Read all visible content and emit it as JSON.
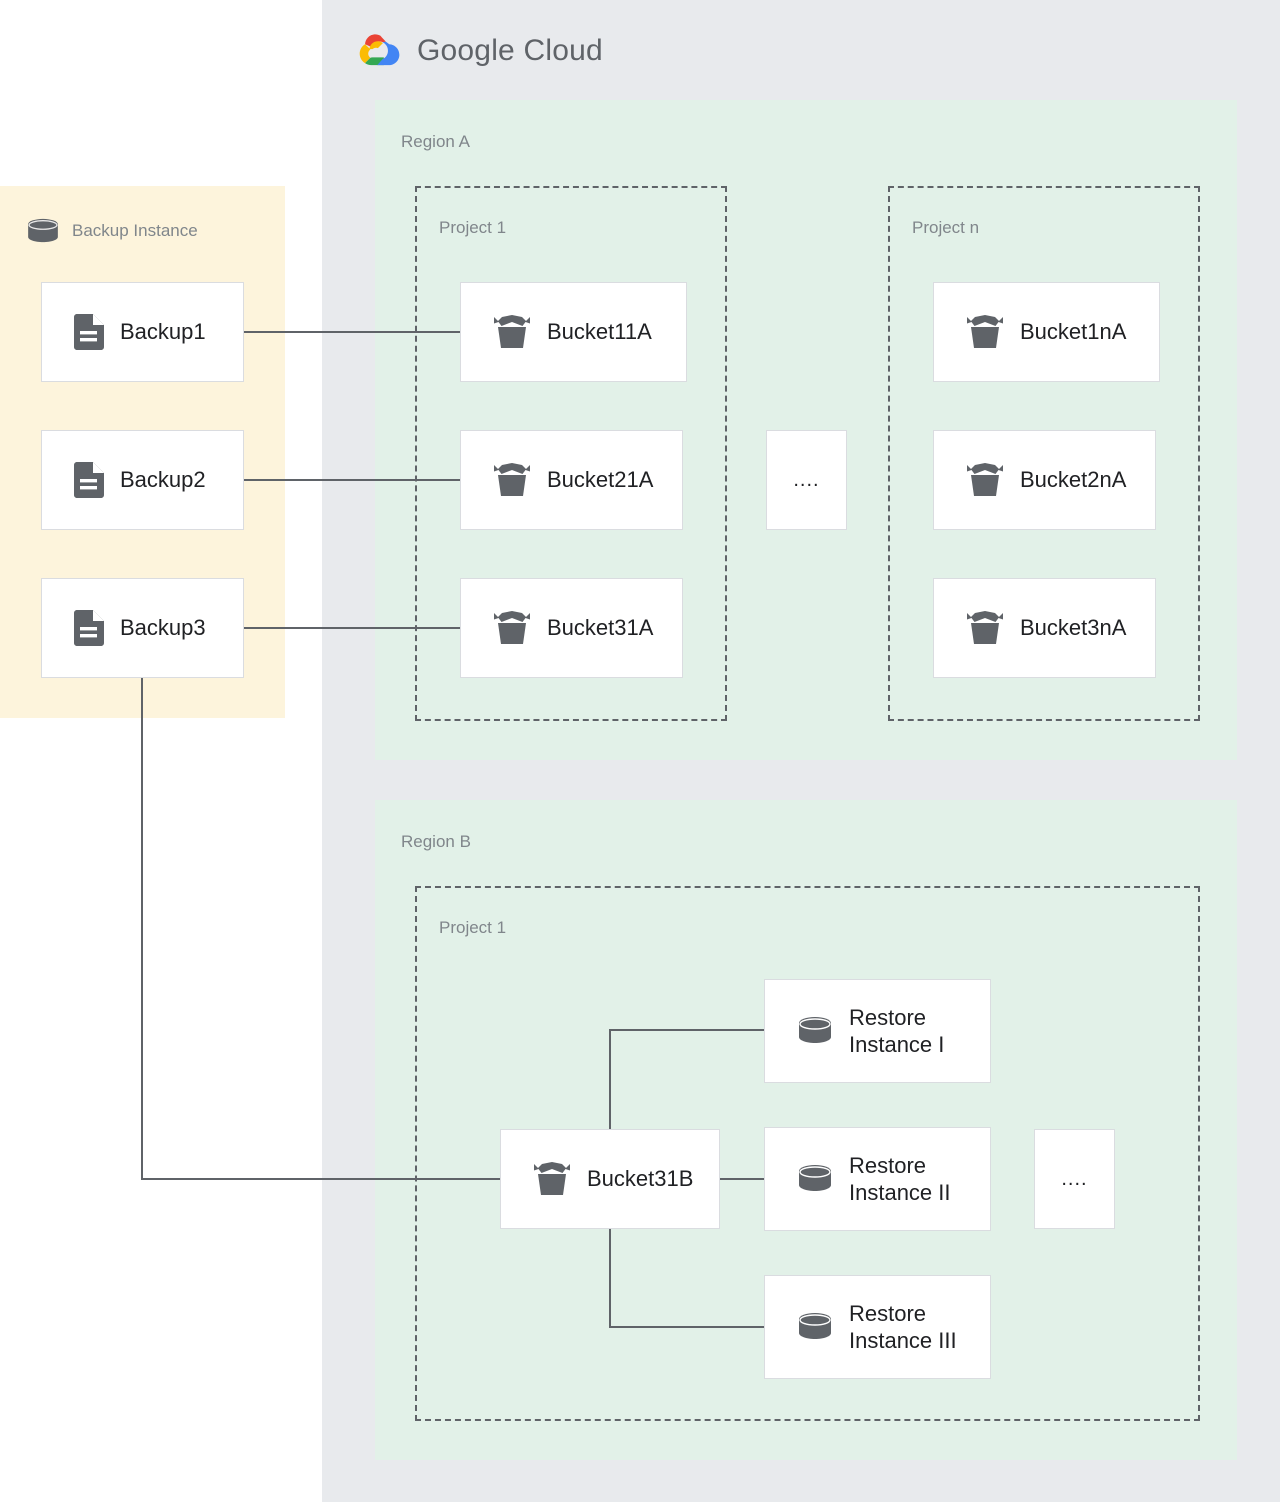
{
  "cloud": {
    "brand_name_bold": "Google",
    "brand_name_light": "Cloud",
    "logo_icon": "google-cloud-logo-icon",
    "colors": {
      "container_bg": "#e8eaed",
      "region_bg": "#e2f1e8",
      "backup_panel_bg": "#fdf4dc",
      "node_bg": "#ffffff",
      "node_border": "#dadce0",
      "label_gray": "#80868b",
      "text_dark": "#202124",
      "connector": "#5f6368",
      "google_blue": "#4285f4",
      "google_red": "#ea4335",
      "google_yellow": "#fbbc04",
      "google_green": "#34a853"
    }
  },
  "backup_panel": {
    "title": "Backup Instance",
    "icon": "database-icon",
    "items": [
      {
        "label": "Backup1",
        "icon": "document-icon"
      },
      {
        "label": "Backup2",
        "icon": "document-icon"
      },
      {
        "label": "Backup3",
        "icon": "document-icon"
      }
    ]
  },
  "regions": [
    {
      "label": "Region A",
      "projects": [
        {
          "label": "Project 1",
          "buckets": [
            {
              "label": "Bucket11A",
              "icon": "bucket-icon"
            },
            {
              "label": "Bucket21A",
              "icon": "bucket-icon"
            },
            {
              "label": "Bucket31A",
              "icon": "bucket-icon"
            }
          ]
        },
        {
          "label": "Project n",
          "buckets": [
            {
              "label": "Bucket1nA",
              "icon": "bucket-icon"
            },
            {
              "label": "Bucket2nA",
              "icon": "bucket-icon"
            },
            {
              "label": "Bucket3nA",
              "icon": "bucket-icon"
            }
          ]
        }
      ],
      "ellipsis": "...."
    },
    {
      "label": "Region B",
      "projects": [
        {
          "label": "Project 1",
          "buckets": [
            {
              "label": "Bucket31B",
              "icon": "bucket-icon"
            }
          ],
          "restore_instances": [
            {
              "label": "Restore\nInstance I",
              "icon": "database-icon"
            },
            {
              "label": "Restore\nInstance II",
              "icon": "database-icon"
            },
            {
              "label": "Restore\nInstance III",
              "icon": "database-icon"
            }
          ]
        }
      ],
      "ellipsis": "...."
    }
  ]
}
